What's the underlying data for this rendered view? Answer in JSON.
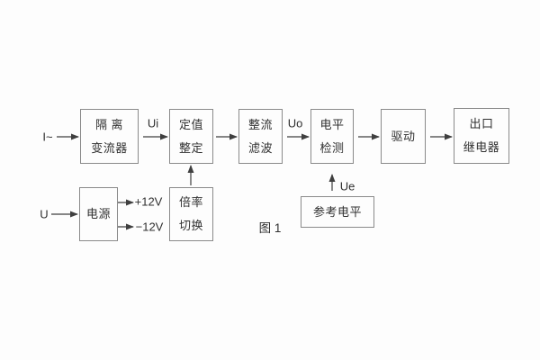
{
  "figure": {
    "caption": "图 1"
  },
  "labels": {
    "input_current": "I~",
    "input_voltage": "U",
    "signal_ui": "Ui",
    "signal_uo": "Uo",
    "signal_ue": "Ue",
    "rail_plus_12v": "+12V",
    "rail_minus_12v": "−12V"
  },
  "blocks": {
    "isolation_transformer": {
      "line1": "隔 离",
      "line2": "变流器"
    },
    "setting_adjustment": {
      "line1": "定值",
      "line2": "整定"
    },
    "rectify_filter": {
      "line1": "整流",
      "line2": "滤波"
    },
    "level_detection": {
      "line1": "电平",
      "line2": "检测"
    },
    "drive": {
      "line1": "驱动"
    },
    "output_relay": {
      "line1": "出口",
      "line2": "继电器"
    },
    "power_supply": {
      "line1": "电源"
    },
    "ratio_switch": {
      "line1": "倍率",
      "line2": "切换"
    },
    "reference_level": {
      "line1": "参考电平"
    }
  },
  "colors": {
    "background": "#fdfdfd",
    "text": "#303030",
    "box_border": "#8a8a8a",
    "wire": "#3f3f3f"
  }
}
